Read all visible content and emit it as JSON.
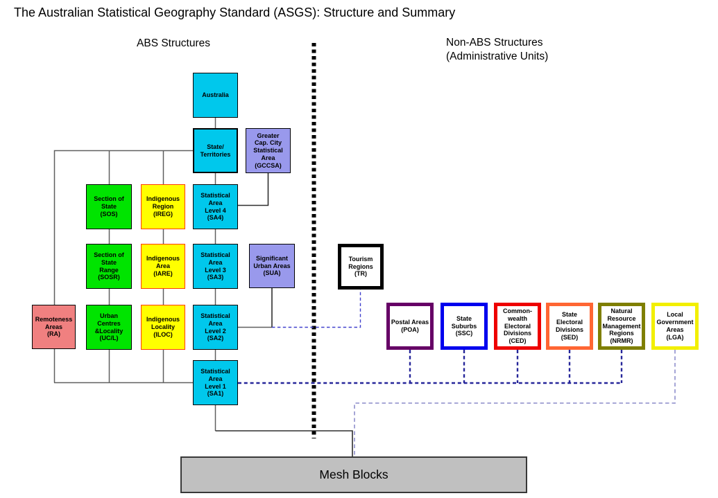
{
  "title": "The Australian Statistical Geography Standard (ASGS): Structure and Summary",
  "sections": {
    "abs": {
      "label": "ABS Structures"
    },
    "non_abs": {
      "label": "Non-ABS Structures\n(Administrative Units)"
    }
  },
  "nodes": {
    "australia": {
      "label": "Australia"
    },
    "state_territories": {
      "label": "State/\nTerritories"
    },
    "gccsa": {
      "label": "Greater\nCap. City\nStatistical\nArea\n(GCCSA)"
    },
    "sos": {
      "label": "Section of\nState\n(SOS)"
    },
    "ireg": {
      "label": "Indigenous\nRegion\n(IREG)"
    },
    "sa4": {
      "label": "Statistical\nArea\nLevel 4\n(SA4)"
    },
    "sosr": {
      "label": "Section of\nState\nRange\n(SOSR)"
    },
    "iare": {
      "label": "Indigenous\nArea\n(IARE)"
    },
    "sa3": {
      "label": "Statistical\nArea\nLevel 3\n(SA3)"
    },
    "sua": {
      "label": "Significant\nUrban Areas\n(SUA)"
    },
    "ra": {
      "label": "Remoteness\nAreas\n(RA)"
    },
    "ucl": {
      "label": "Urban\nCentres\n&Locality\n(UC/L)"
    },
    "iloc": {
      "label": "Indigenous\nLocality\n(ILOC)"
    },
    "sa2": {
      "label": "Statistical\nArea\nLevel 2\n(SA2)"
    },
    "sa1": {
      "label": "Statistical\nArea\nLevel 1\n(SA1)"
    },
    "tr": {
      "label": "Tourism\nRegions\n(TR)"
    },
    "poa": {
      "label": "Postal Areas\n(POA)"
    },
    "ssc": {
      "label": "State\nSuburbs\n(SSC)"
    },
    "ced": {
      "label": "Common-\nwealth\nElectoral\nDivisions\n(CED)"
    },
    "sed": {
      "label": "State\nElectoral\nDivisions\n(SED)"
    },
    "nrmr": {
      "label": "Natural\nResource\nManagement\nRegions\n(NRMR)"
    },
    "lga": {
      "label": "Local\nGovernment\nAreas\n(LGA)"
    },
    "mesh_blocks": {
      "label": "Mesh Blocks"
    }
  },
  "colors": {
    "cyan_fill": "#00c8ec",
    "green_fill": "#00e400",
    "yellow_fill": "#ffff00",
    "yellow_fill_border": "#ff3a00",
    "salmon_fill": "#f08080",
    "periwinkle_fill": "#9999ec",
    "tourism_border": "#000000",
    "postal_border": "#660066",
    "suburbs_border": "#0000ee",
    "ced_border": "#ee0000",
    "sed_border": "#ff6633",
    "nrmr_border": "#7f7f00",
    "lga_border": "#f2ef00",
    "mesh_fill": "#c0c0c0",
    "solid_connector": "#5f5f5f",
    "divider_dotted": "#000000",
    "sa1_nonabs_dashed": "#26269a",
    "sa2_tourism_dashed": "#4040cc",
    "lga_mesh_dashed": "#9b9bd1"
  }
}
